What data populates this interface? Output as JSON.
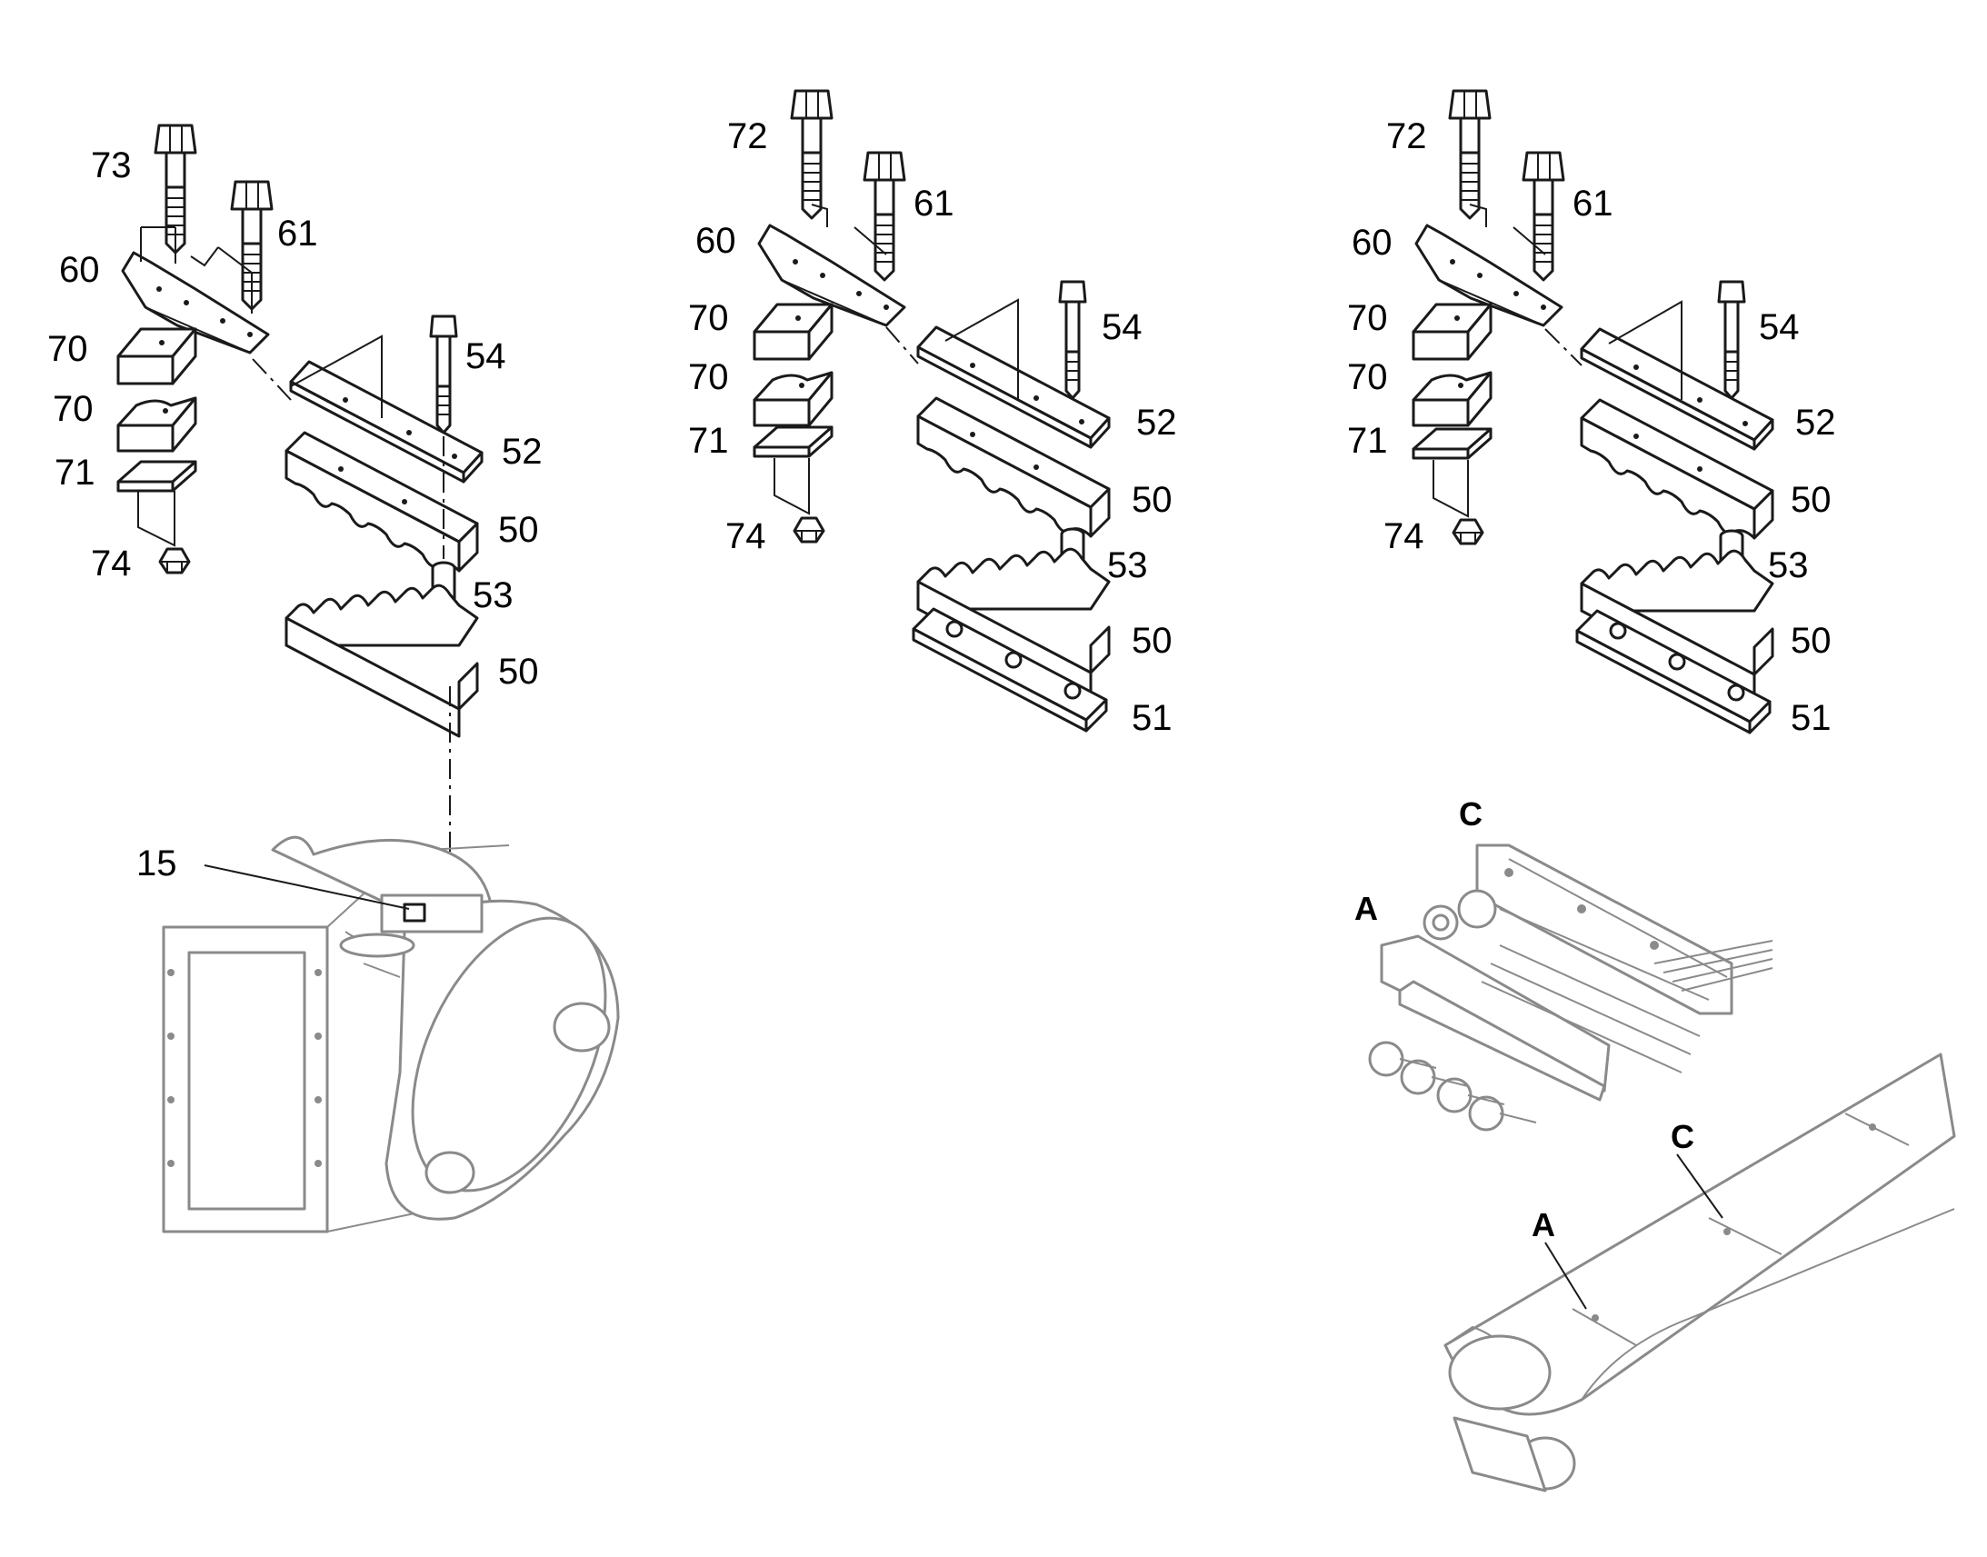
{
  "assembly_left": {
    "callouts": [
      "73",
      "61",
      "60",
      "70",
      "70",
      "71",
      "74",
      "54",
      "52",
      "50",
      "53",
      "50",
      "15"
    ]
  },
  "assembly_middle": {
    "callouts": [
      "72",
      "61",
      "60",
      "70",
      "70",
      "71",
      "74",
      "54",
      "52",
      "50",
      "53",
      "50",
      "51"
    ]
  },
  "assembly_right": {
    "callouts": [
      "72",
      "61",
      "60",
      "70",
      "70",
      "71",
      "74",
      "54",
      "52",
      "50",
      "53",
      "50",
      "51"
    ]
  },
  "views": {
    "detail_top": "C",
    "detail_left": "A",
    "boom_c": "C",
    "boom_a": "A"
  }
}
